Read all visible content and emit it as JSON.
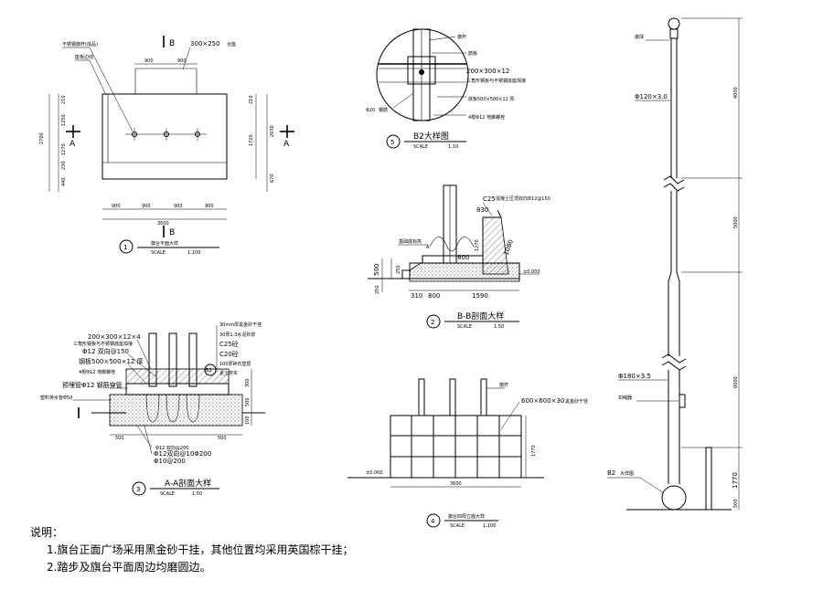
{
  "plan": {
    "section_mark": "B",
    "section_mark_bottom": "B",
    "cut_left": "A",
    "cut_right": "A",
    "label_groove": "不锈钢旗杆(成品)",
    "label_edge": "座板边线",
    "top_size": "300×250",
    "top_size_note": "台座",
    "top_dims": [
      "900",
      "900"
    ],
    "left_dims": [
      "2700",
      "210",
      "1250",
      "1270",
      "230",
      "440"
    ],
    "right_dims": [
      "210",
      "1720",
      "2030",
      "670"
    ],
    "bottom_dims": [
      "900",
      "900",
      "900",
      "900"
    ],
    "bottom_total": "3600",
    "num": "1",
    "title": "旗台平面大样",
    "scale": "SCALE",
    "ratio": "1:100"
  },
  "detail_b2": {
    "label_top": "旗杆",
    "label_top2": "筋板",
    "plate1": "200×300×12",
    "plate1_note": "三角形钢板与不锈钢底座焊接",
    "plate2": "底板500×500×12 厚",
    "bolt": "4根Φ12 地脚螺栓",
    "rod": "Φ20",
    "rod_note": "钢筋",
    "num": "5",
    "title": "B2大样图",
    "scale": "SCALE",
    "ratio": "1:10"
  },
  "section_bb": {
    "rebar": "C25",
    "rebar_note": "混凝土压顶双向Φ12@150",
    "top": "830",
    "mid": "1270",
    "slope": "1080",
    "pad": "800",
    "left1": "500",
    "left2": "250",
    "left3": "250",
    "bot1": "310",
    "bot2": "800",
    "bot3": "1590",
    "level": "±0.000",
    "base_note": "基础底标高",
    "mark": "A",
    "num": "2",
    "title": "B-B剖面大样",
    "scale": "SCALE",
    "ratio": "1:50"
  },
  "section_aa": {
    "l1": "200×300×12×4",
    "l2": "三角形钢板与不锈钢底座焊接",
    "l3": "Φ12 双向@150",
    "l4": "钢板500×500×12 厚",
    "l5": "4根Φ12 地脚螺栓",
    "l6": "预埋管Φ12 钢筋穿管",
    "l7": "塑料排水管Φ50",
    "r1": "30mm厚黑金砂干挂",
    "r2": "30厚1:3水泥砂浆",
    "r3": "C25砼",
    "r4": "C20砼",
    "r5": "100厚碎石垫层",
    "r6": "素土夯实",
    "b1": "Φ12 双向@200",
    "b2": "Φ12双向@10Φ200",
    "b3": "Φ10@200",
    "dims_right": [
      "300",
      "500",
      "100"
    ],
    "dims_bottom": [
      "500",
      "500"
    ],
    "tag": "B2",
    "num": "3",
    "title": "A-A剖面大样",
    "scale": "SCALE",
    "ratio": "1:50"
  },
  "elevation": {
    "stone": "600×600×30",
    "stone_note": "黑金砂干挂",
    "pole": "旗杆",
    "height": "1770",
    "width": "3600",
    "level": "±0.000",
    "num": "4",
    "title": "旗台四周立面大样",
    "scale": "SCALE",
    "ratio": "1:100"
  },
  "pole": {
    "ball": "旗球",
    "d1": "Φ120×3.0",
    "d2": "Φ180×3.5",
    "hook": "扣绳器",
    "tag": "B2",
    "tag_note": "大样图",
    "h1": "4000",
    "h2": "5000",
    "h3": "6000",
    "h4": "1770",
    "h5": "500"
  },
  "notes": {
    "heading": "说明：",
    "item1": "1.旗台正面广场采用黑金砂干挂，其他位置均采用英国棕干挂；",
    "item2": "2.踏步及旗台平面周边均磨圆边。"
  }
}
